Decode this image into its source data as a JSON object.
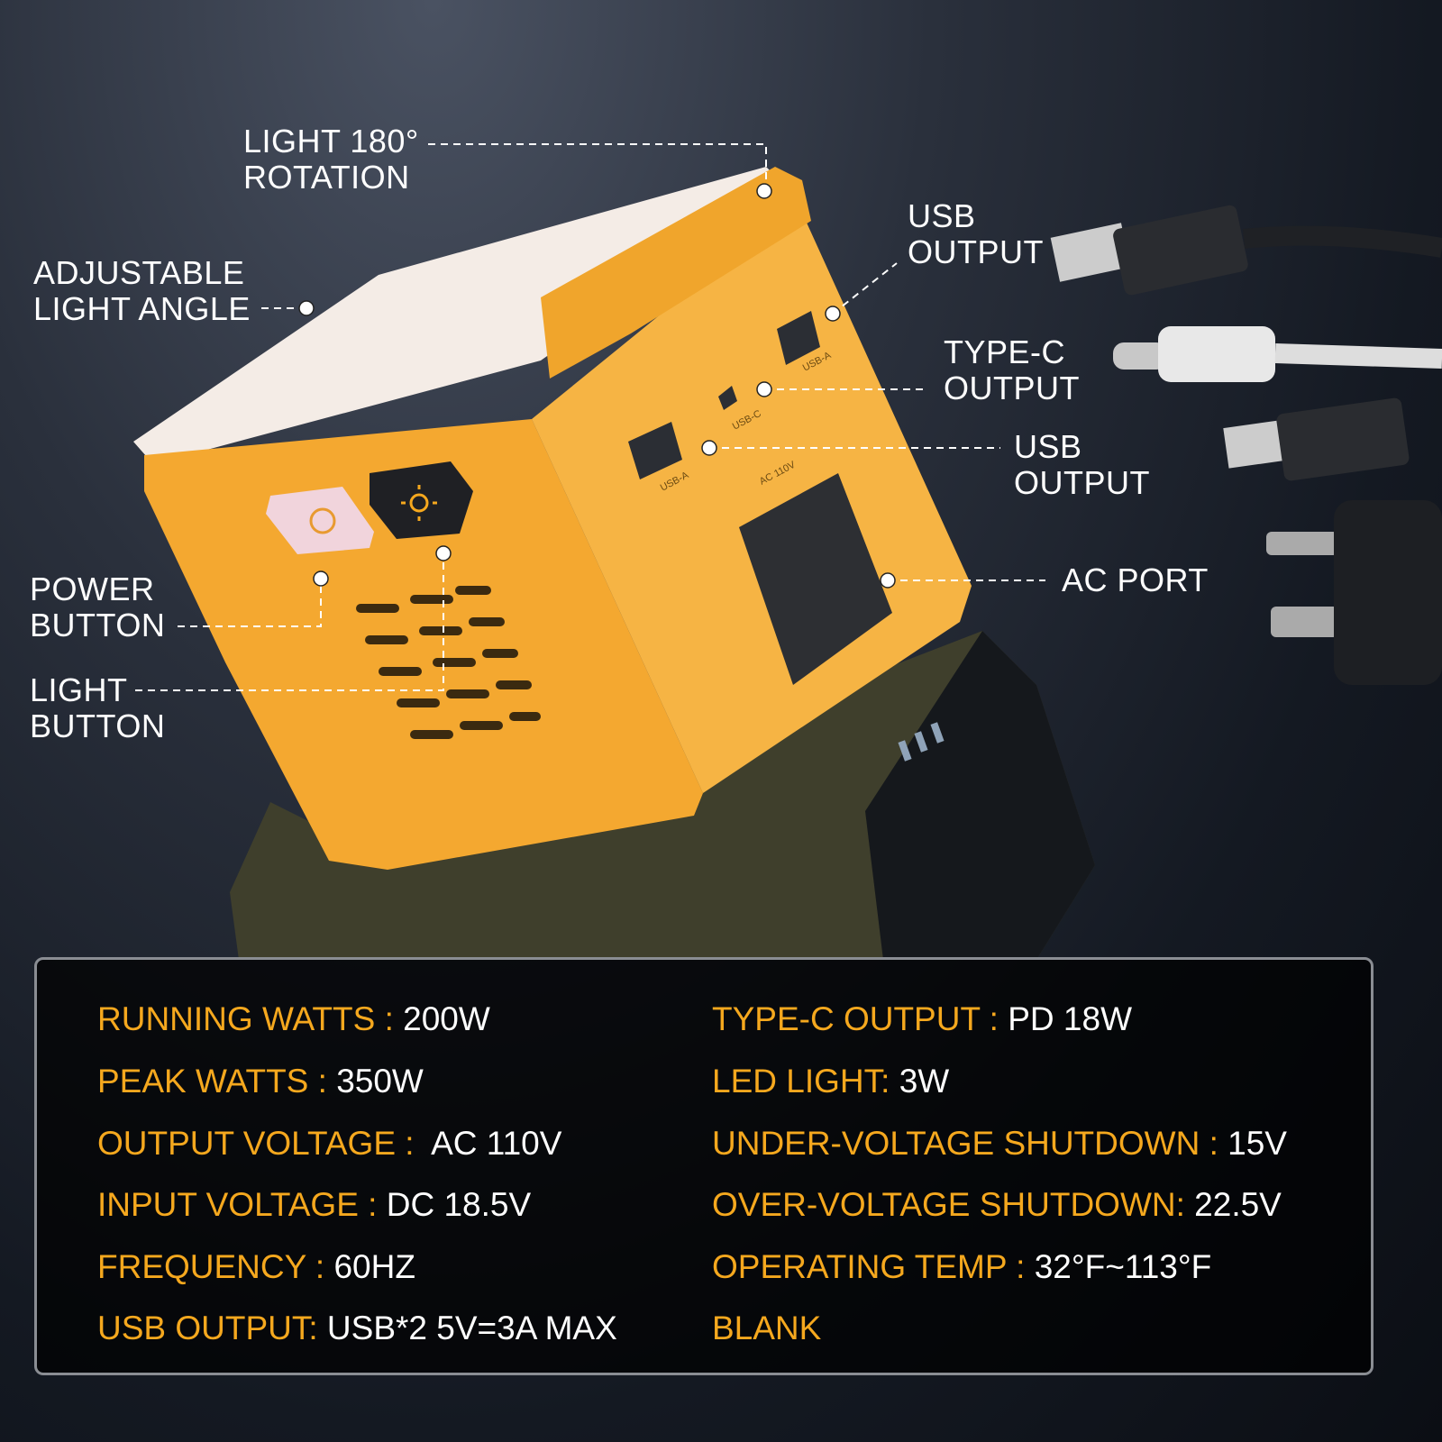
{
  "callouts": {
    "light_rotation": [
      "LIGHT 180°",
      "ROTATION"
    ],
    "adjustable_angle": [
      "ADJUSTABLE",
      "LIGHT ANGLE"
    ],
    "usb_output_top": [
      "USB",
      "OUTPUT"
    ],
    "type_c_output": [
      "TYPE-C",
      "OUTPUT"
    ],
    "usb_output_bottom": [
      "USB",
      "OUTPUT"
    ],
    "ac_port": [
      "AC PORT"
    ],
    "power_button": [
      "POWER",
      "BUTTON"
    ],
    "light_button": [
      "LIGHT",
      "BUTTON"
    ]
  },
  "port_labels": {
    "usb_a": "USB-A",
    "usb_c": "USB-C",
    "ac": "AC 110V"
  },
  "specs_left": [
    {
      "key": "RUNNING WATTS : ",
      "value": "200W"
    },
    {
      "key": "PEAK WATTS : ",
      "value": "350W"
    },
    {
      "key": "OUTPUT VOLTAGE :  ",
      "value": "AC 110V"
    },
    {
      "key": "INPUT VOLTAGE : ",
      "value": "DC 18.5V"
    },
    {
      "key": "FREQUENCY : ",
      "value": "60HZ"
    },
    {
      "key": "USB OUTPUT: ",
      "value": "USB*2 5V=3A MAX"
    }
  ],
  "specs_right": [
    {
      "key": "TYPE-C OUTPUT : ",
      "value": "PD 18W"
    },
    {
      "key": "LED LIGHT: ",
      "value": "3W"
    },
    {
      "key": "UNDER-VOLTAGE SHUTDOWN : ",
      "value": "15V"
    },
    {
      "key": "OVER-VOLTAGE SHUTDOWN: ",
      "value": "22.5V"
    },
    {
      "key": "OPERATING TEMP : ",
      "value": "32°F~113°F"
    },
    {
      "key": "BLANK",
      "value": ""
    }
  ],
  "colors": {
    "accent": "#f5a81e",
    "body": "#f5ad35",
    "base": "#4a4a32"
  }
}
